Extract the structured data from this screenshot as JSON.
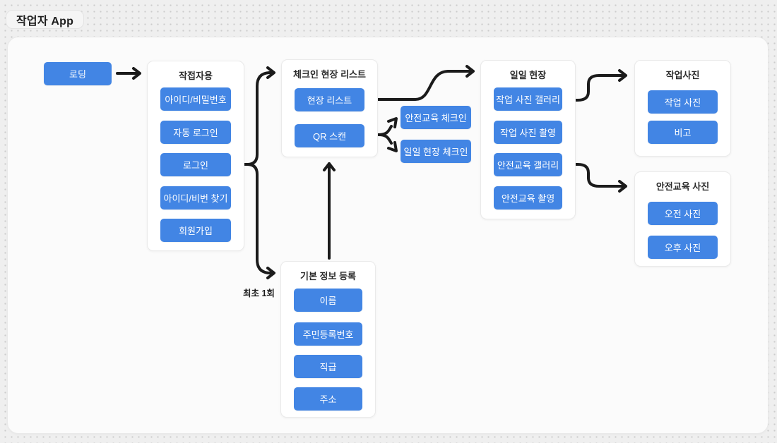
{
  "page_title": "작업자 App",
  "colors": {
    "accent": "#4285E4",
    "arrow": "#1B1B1B",
    "canvas_bg": "#FBFBFB",
    "page_bg": "#EFEFEF"
  },
  "annotation_first_time": "최초 1회",
  "nodes": {
    "loading": {
      "label": "로딩"
    },
    "worker_login": {
      "title": "작접자용",
      "buttons": [
        "아이디/비밀번호",
        "자동 로그인",
        "로그인",
        "아이디/비번 찾기",
        "회원가입"
      ]
    },
    "checkin_site_list": {
      "title": "체크인 현장 리스트",
      "buttons": [
        "현장 리스트",
        "QR 스캔"
      ]
    },
    "safety_training_checkin": {
      "label": "안전교육 체크인"
    },
    "daily_site_checkin": {
      "label": "일일 현장 체크인"
    },
    "daily_site": {
      "title": "일일 현장",
      "buttons": [
        "작업 사진 갤러리",
        "작업 사진 촬영",
        "안전교육 갤러리",
        "안전교육 촬영"
      ]
    },
    "work_photo": {
      "title": "작업사진",
      "buttons": [
        "작업 사진",
        "비고"
      ]
    },
    "safety_training_photo": {
      "title": "안전교육 사진",
      "buttons": [
        "오전 사진",
        "오후 사진"
      ]
    },
    "basic_info": {
      "title": "기본 정보 등록",
      "buttons": [
        "이름",
        "주민등록번호",
        "직급",
        "주소"
      ]
    }
  }
}
